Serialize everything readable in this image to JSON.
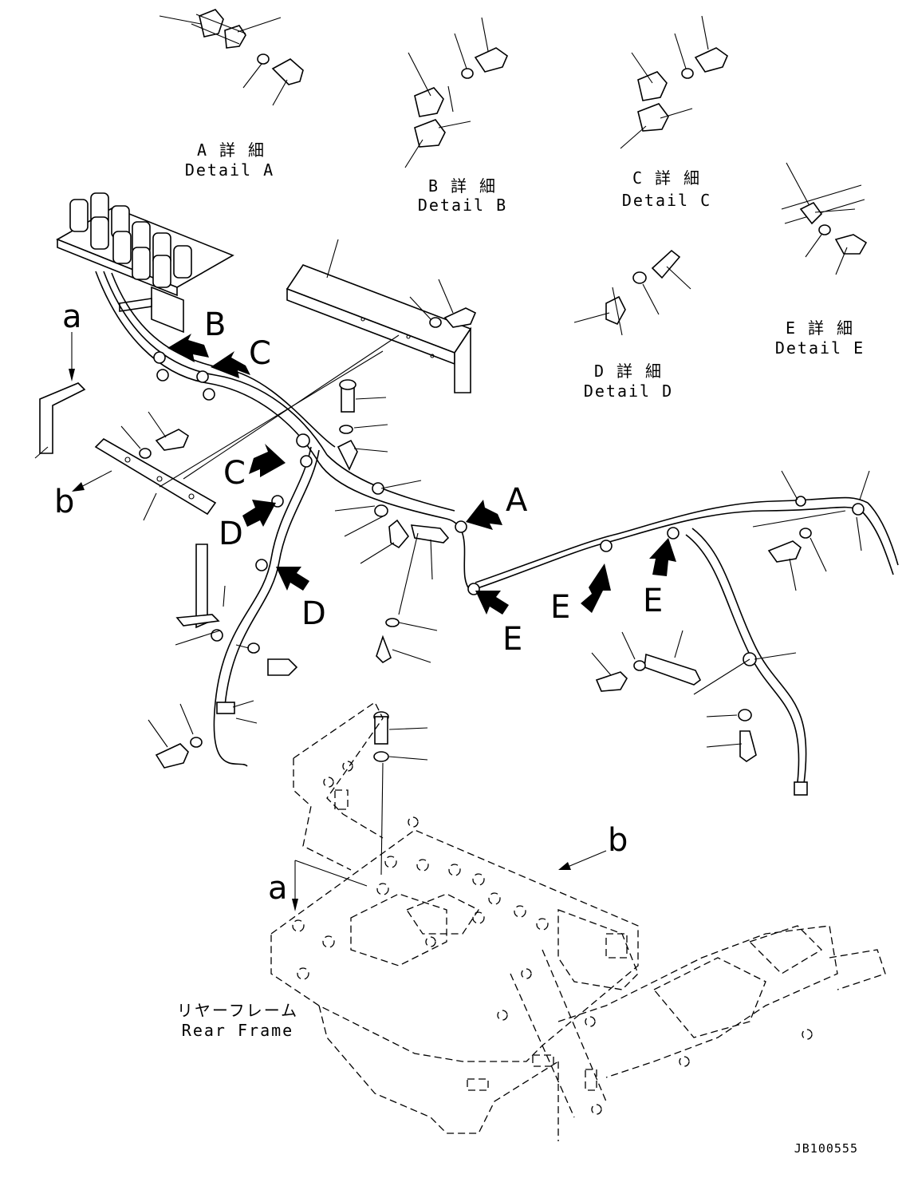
{
  "details": [
    {
      "jp": "A 詳 細",
      "en": "Detail A"
    },
    {
      "jp": "B 詳 細",
      "en": "Detail B"
    },
    {
      "jp": "C 詳 細",
      "en": "Detail C"
    },
    {
      "jp": "D 詳 細",
      "en": "Detail D"
    },
    {
      "jp": "E 詳 細",
      "en": "Detail E"
    }
  ],
  "callouts": {
    "a": "a",
    "b": "b",
    "A": "A",
    "B": "B",
    "C": "C",
    "D": "D",
    "E": "E"
  },
  "frame_label": {
    "jp": "リヤーフレーム",
    "en": "Rear Frame"
  },
  "drawing_code": "JB100555"
}
